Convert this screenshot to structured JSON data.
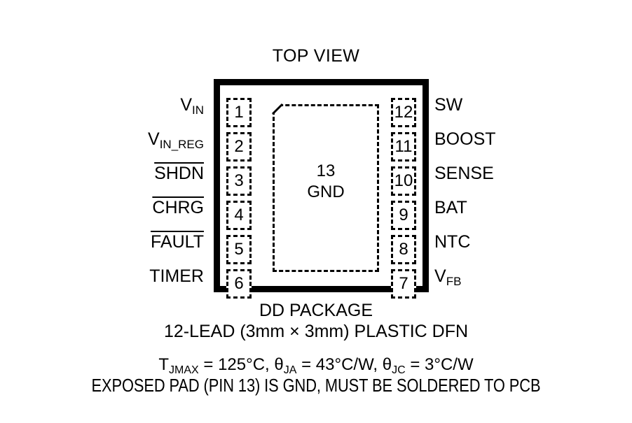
{
  "title": "TOP VIEW",
  "package": {
    "exposed_pad": {
      "pin_number": "13",
      "name": "GND"
    },
    "left_pins": [
      {
        "number": "1",
        "label_main": "V",
        "label_sub": "IN",
        "overline": false
      },
      {
        "number": "2",
        "label_main": "V",
        "label_sub": "IN_REG",
        "overline": false
      },
      {
        "number": "3",
        "label_main": "SHDN",
        "label_sub": "",
        "overline": true
      },
      {
        "number": "4",
        "label_main": "CHRG",
        "label_sub": "",
        "overline": true
      },
      {
        "number": "5",
        "label_main": "FAULT",
        "label_sub": "",
        "overline": true
      },
      {
        "number": "6",
        "label_main": "TIMER",
        "label_sub": "",
        "overline": false
      }
    ],
    "right_pins": [
      {
        "number": "12",
        "label_main": "SW",
        "label_sub": "",
        "overline": false
      },
      {
        "number": "11",
        "label_main": "BOOST",
        "label_sub": "",
        "overline": false
      },
      {
        "number": "10",
        "label_main": "SENSE",
        "label_sub": "",
        "overline": false
      },
      {
        "number": "9",
        "label_main": "BAT",
        "label_sub": "",
        "overline": false
      },
      {
        "number": "8",
        "label_main": "NTC",
        "label_sub": "",
        "overline": false
      },
      {
        "number": "7",
        "label_main": "V",
        "label_sub": "FB",
        "overline": false
      }
    ]
  },
  "caption": {
    "package_name": "DD PACKAGE",
    "lead_description": "12-LEAD (3mm × 3mm) PLASTIC DFN",
    "thermal": {
      "tj_symbol": "T",
      "tj_sub": "JMAX",
      "tj_value": " = 125°C, ",
      "theta_ja_symbol": "θ",
      "theta_ja_sub": "JA",
      "theta_ja_value": " = 43°C/W, ",
      "theta_jc_symbol": "θ",
      "theta_jc_sub": "JC",
      "theta_jc_value": " = 3°C/W"
    },
    "exposed_pad_note": "EXPOSED PAD (PIN 13) IS GND, MUST BE SOLDERED TO PCB"
  }
}
